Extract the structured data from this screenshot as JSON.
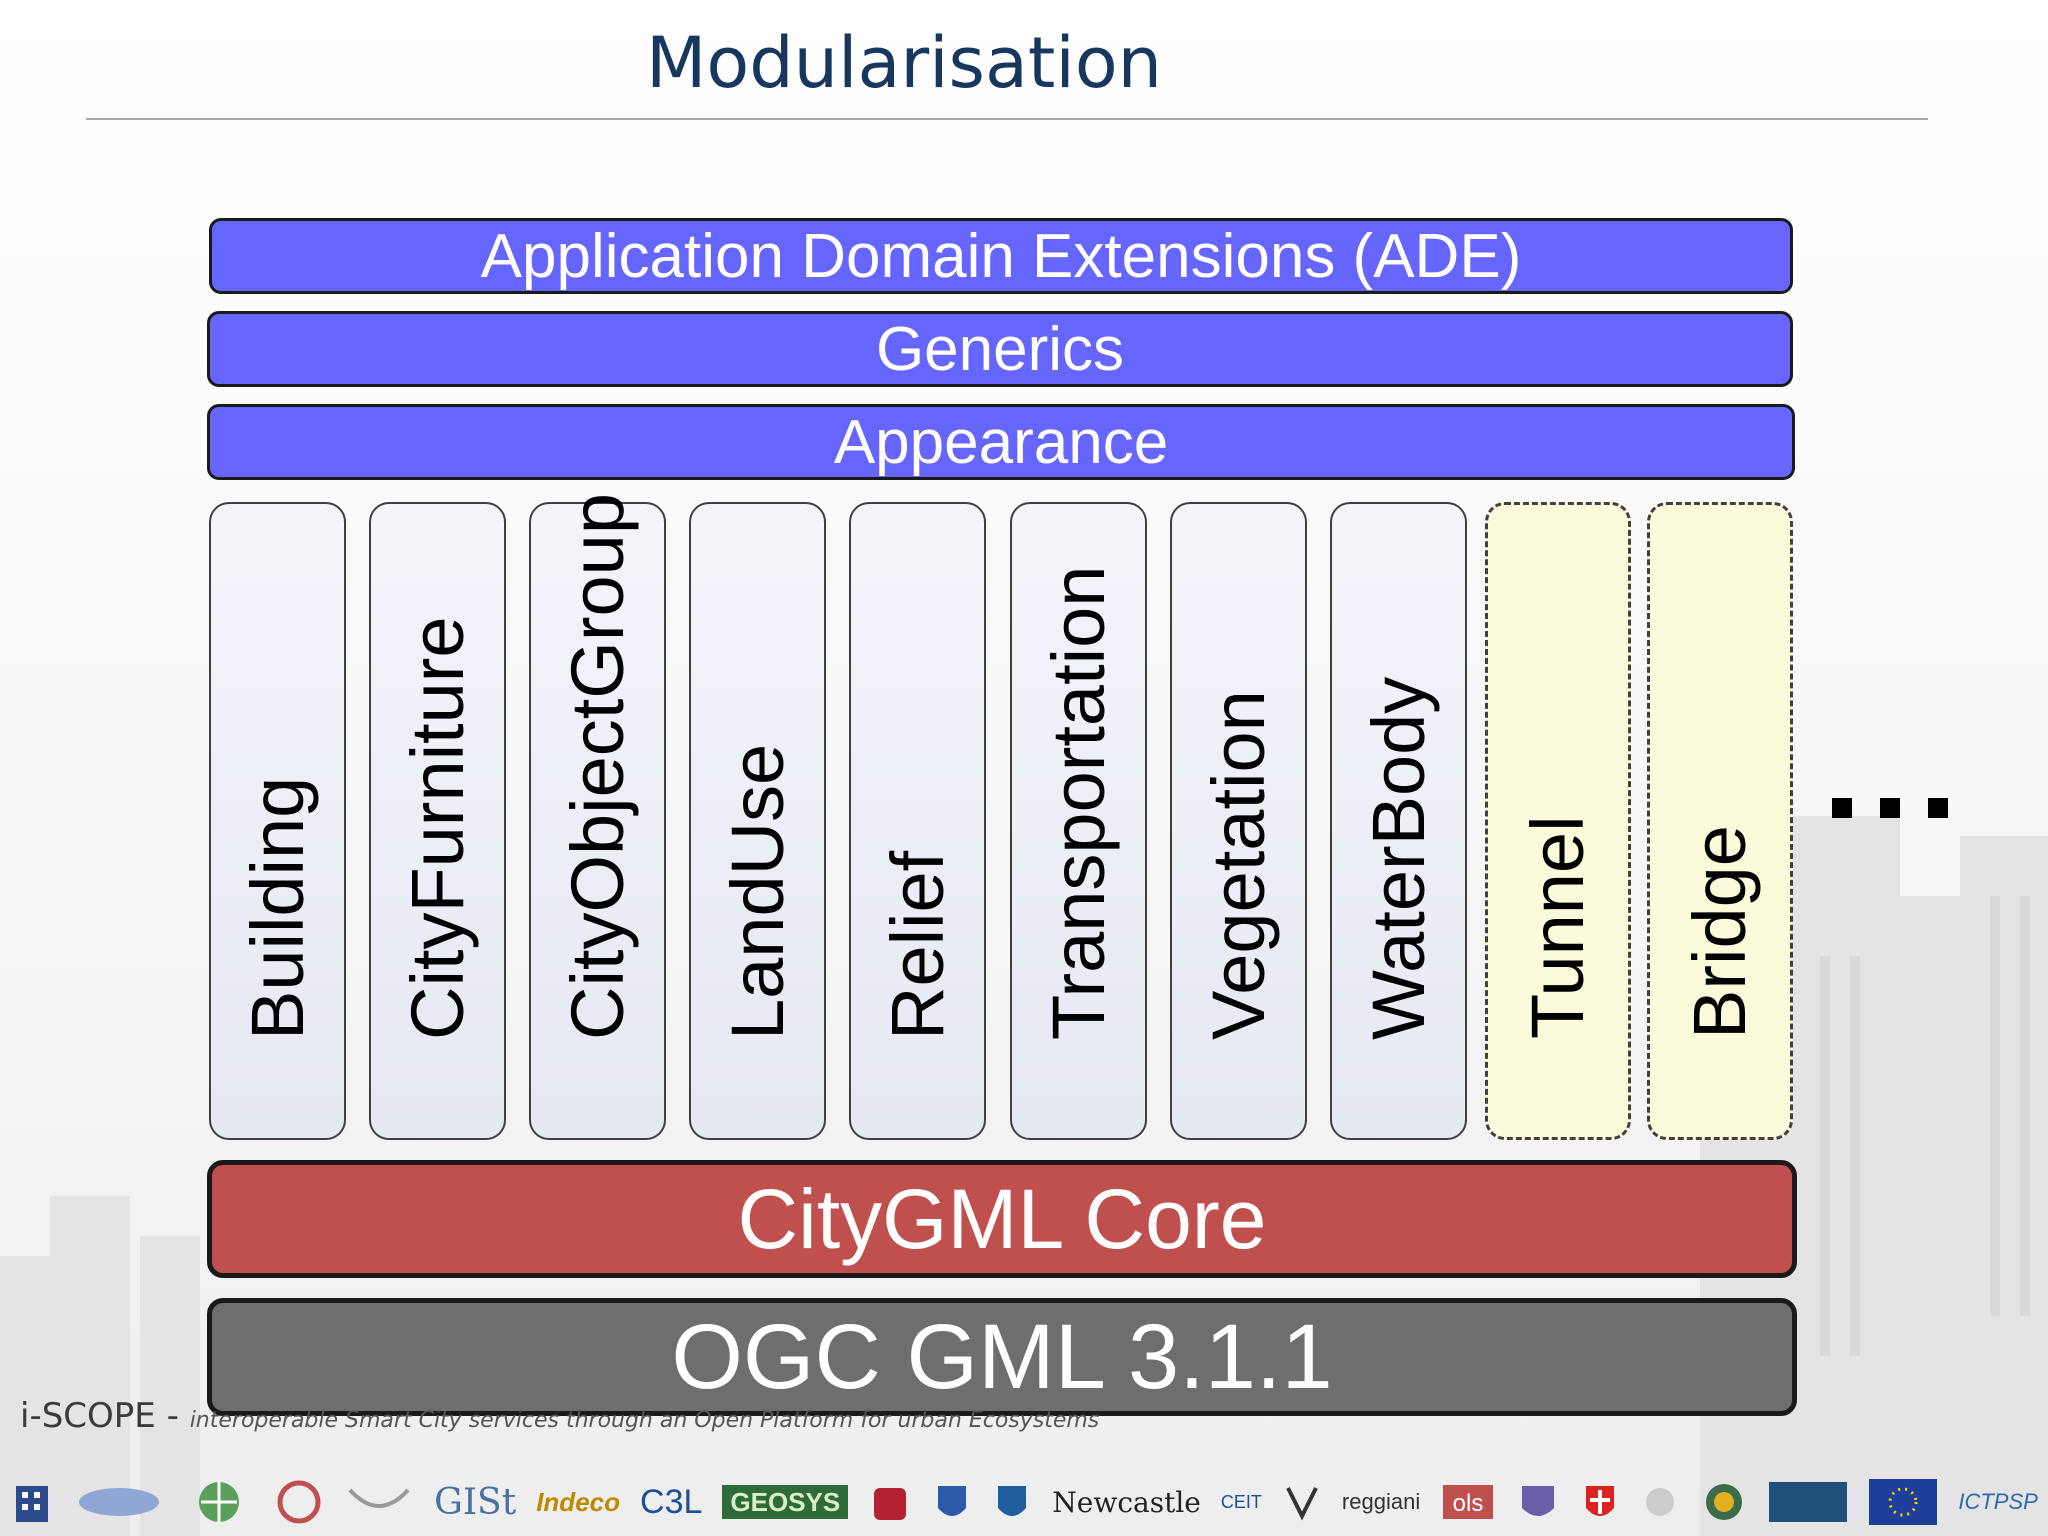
{
  "slide": {
    "title": "Modularisation"
  },
  "diagram": {
    "bands_top": [
      {
        "label": "Application Domain Extensions (ADE)"
      },
      {
        "label": "Generics"
      },
      {
        "label": "Appearance"
      }
    ],
    "modules": [
      {
        "label": "Building",
        "status": "existing"
      },
      {
        "label": "CityFurniture",
        "status": "existing"
      },
      {
        "label": "CityObjectGroup",
        "status": "existing"
      },
      {
        "label": "LandUse",
        "status": "existing"
      },
      {
        "label": "Relief",
        "status": "existing"
      },
      {
        "label": "Transportation",
        "status": "existing"
      },
      {
        "label": "Vegetation",
        "status": "existing"
      },
      {
        "label": "WaterBody",
        "status": "existing"
      },
      {
        "label": "Tunnel",
        "status": "planned"
      },
      {
        "label": "Bridge",
        "status": "planned"
      }
    ],
    "core": {
      "label": "CityGML Core"
    },
    "base": {
      "label": "OGC GML 3.1.1"
    },
    "colors": {
      "extension_band": "#6666ff",
      "core": "#c0504d",
      "base": "#6e6e6e",
      "planned_module": "#fbfbdc",
      "module": "#e9ebf4"
    }
  },
  "footer": {
    "project": "i-SCOPE -",
    "tagline": "interoperable Smart City services through an Open Platform for urban Ecosystems",
    "logos": [
      "GISt",
      "Indeco",
      "C3L",
      "GEOSYS",
      "Newcastle",
      "CEIT",
      "reggiani",
      "ICTPSP"
    ]
  }
}
